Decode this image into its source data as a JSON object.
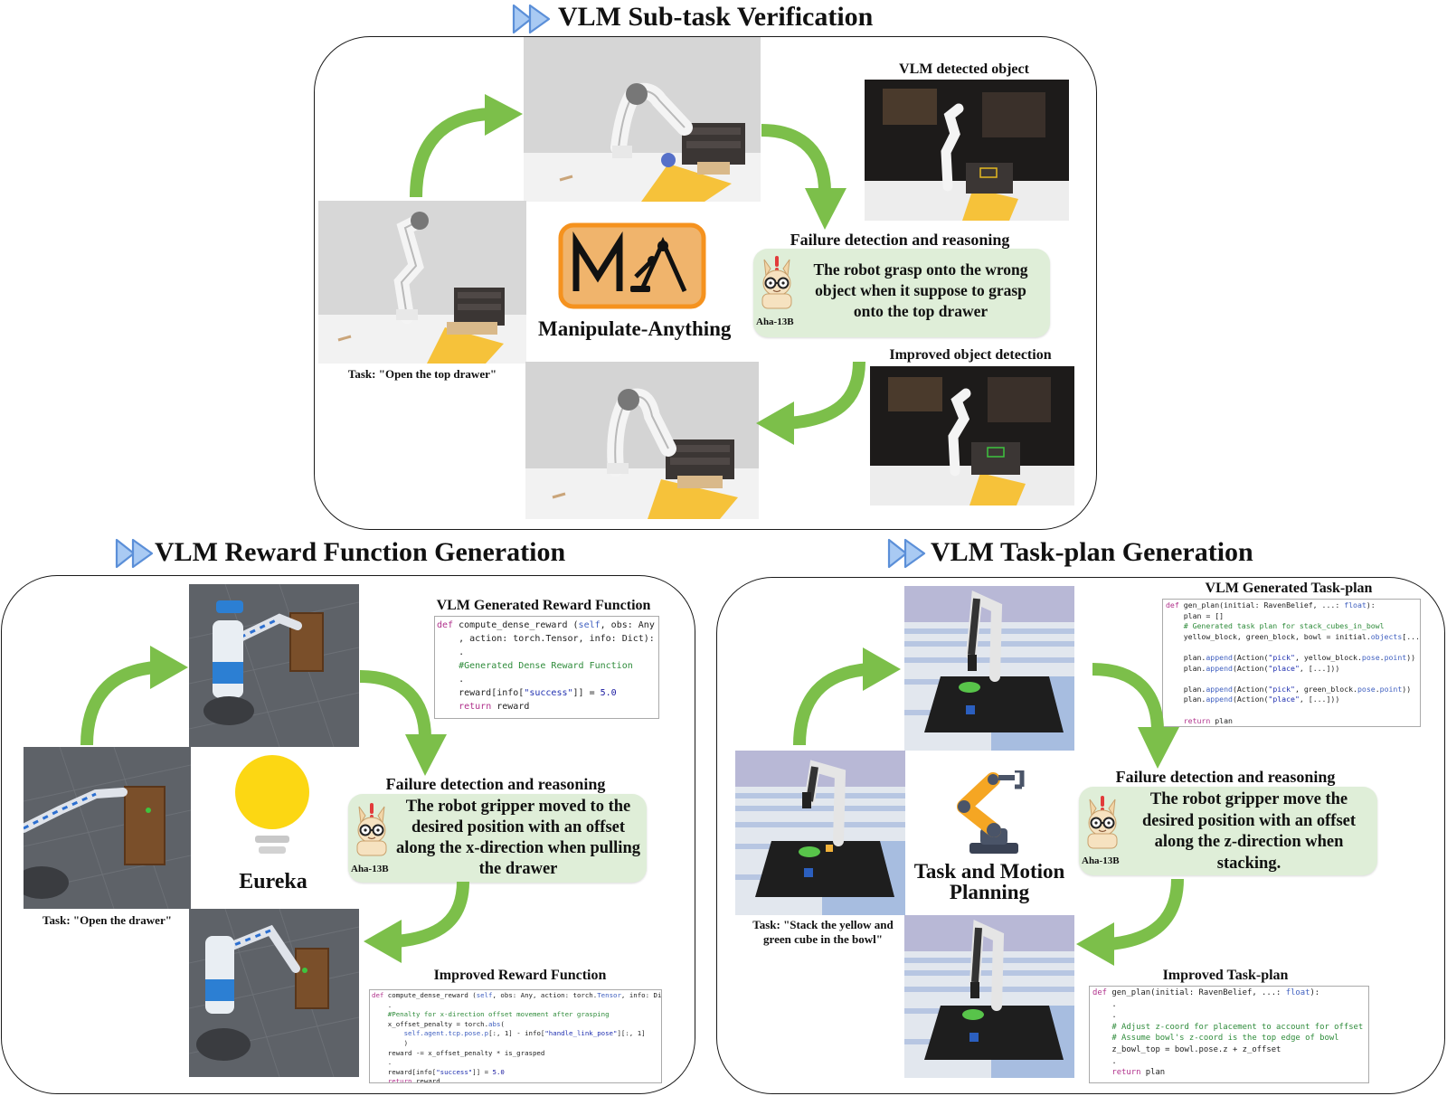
{
  "sections": {
    "top": {
      "title": "VLM Sub-task Verification",
      "task": "Task: \"Open the top drawer\"",
      "method_name": "Manipulate-Anything",
      "detected_label": "VLM detected object",
      "failure_label": "Failure detection and reasoning",
      "bubble_text": "The robot grasp onto the wrong object when it suppose to grasp onto the top drawer",
      "agent_name": "Aha-13B",
      "improved_label": "Improved object detection"
    },
    "left": {
      "title": "VLM Reward Function Generation",
      "task": "Task: \"Open the drawer\"",
      "method_name": "Eureka",
      "generated_label": "VLM Generated Reward Function",
      "failure_label": "Failure detection and reasoning",
      "bubble_text": "The robot gripper moved to the desired position with an offset along the x-direction when pulling the drawer",
      "agent_name": "Aha-13B",
      "improved_label": "Improved Reward Function",
      "generated_code": [
        "def compute_dense_reward (self, obs: Any",
        "    , action: torch.Tensor, info: Dict):",
        "    .",
        "    #Generated Dense Reward Function",
        "    .",
        "    reward[info[\"success\"]] = 5.0",
        "    return reward"
      ],
      "improved_code": [
        "def compute_dense_reward (self, obs: Any, action: torch.Tensor, info: Dict):",
        "    .",
        "    #Penalty for x-direction offset movement after grasping",
        "    x_offset_penalty = torch.abs(",
        "        self.agent.tcp.pose.p[:, 1] - info[\"handle_link_pose\"][:, 1]",
        "        )",
        "    reward -= x_offset_penalty * is_grasped",
        "    .",
        "    reward[info[\"success\"]] = 5.0",
        "    return reward"
      ]
    },
    "right": {
      "title": "VLM Task-plan Generation",
      "task": "Task: \"Stack the yellow and green cube in the bowl\"",
      "method_name": "Task and Motion Planning",
      "generated_label": "VLM Generated Task-plan",
      "failure_label": "Failure detection and reasoning",
      "bubble_text": "The robot gripper move the desired position with an offset along the z-direction when stacking.",
      "agent_name": "Aha-13B",
      "improved_label": "Improved Task-plan",
      "generated_code": [
        "def gen_plan(initial: RavenBelief, ...: float):",
        "    plan = []",
        "    # Generated task plan for stack_cubes_in_bowl",
        "    yellow_block, green_block, bowl = initial.objects[...]",
        "",
        "    plan.append(Action(\"pick\", yellow_block.pose.point))",
        "    plan.append(Action(\"place\", [...]))",
        "",
        "    plan.append(Action(\"pick\", green_block.pose.point))",
        "    plan.append(Action(\"place\", [...]))",
        "",
        "    return plan"
      ],
      "improved_code": [
        "def gen_plan(initial: RavenBelief, ...: float):",
        "    .",
        "    .",
        "    # Adjust z-coord for placement to account for offset",
        "    # Assume bowl's z-coord is the top edge of bowl",
        "    z_bowl_top = bowl.pose.z + z_offset",
        "    .",
        "    return plan"
      ]
    }
  },
  "colors": {
    "arrow_green": "#7cbf4a",
    "bubble_green": "#dfeed8",
    "chevron_blue": "#8db8ee",
    "logo_orange": "#f5921e",
    "logo_fill": "#f0b46c",
    "bulb_yellow": "#fcd713",
    "robot_orange": "#f5a623"
  },
  "icons": [
    "fast-forward-icon",
    "green-curved-arrow",
    "manipulate-anything-logo",
    "lightbulb-icon",
    "robot-arm-icon",
    "llama-mascot-icon"
  ]
}
